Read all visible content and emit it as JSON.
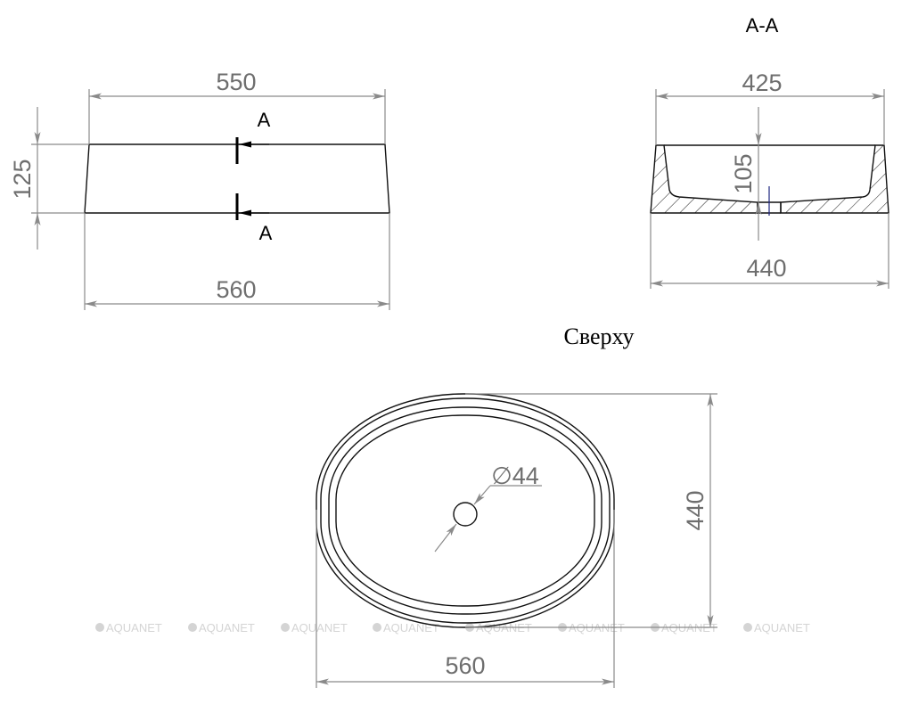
{
  "front_view": {
    "width_top": "550",
    "width_bottom": "560",
    "height": "125",
    "section_label_top": "A",
    "section_label_bottom": "A"
  },
  "section_view": {
    "title": "A-A",
    "width_top": "425",
    "width_bottom": "440",
    "depth": "105"
  },
  "top_view": {
    "title": "Сверху",
    "drain_diameter": "∅44",
    "width": "560",
    "depth": "440"
  },
  "watermark": "AQUANET",
  "colors": {
    "dimension": "#8a8a8a",
    "outline": "#111111",
    "watermark": "#d4d4d4"
  }
}
